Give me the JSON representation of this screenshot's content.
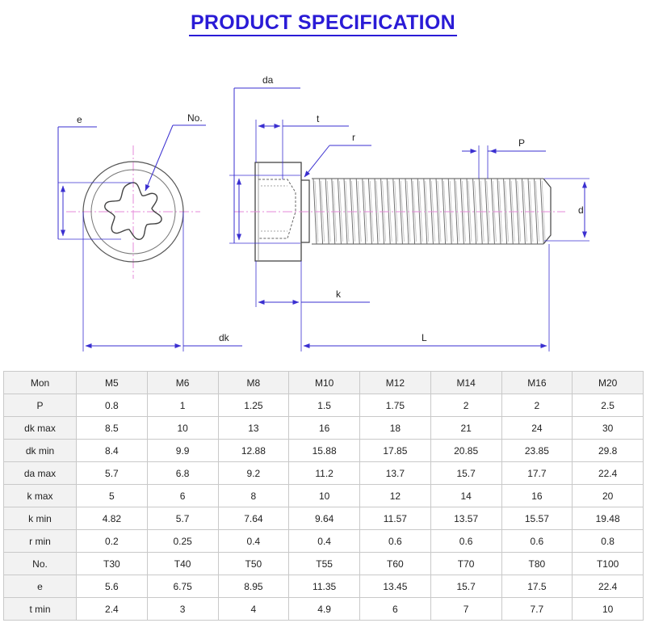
{
  "title": "PRODUCT SPECIFICATION",
  "drawing": {
    "labels": {
      "e": "e",
      "no": "No.",
      "da": "da",
      "t": "t",
      "r": "r",
      "p": "P",
      "d": "d",
      "k": "k",
      "dk": "dk",
      "l": "L"
    }
  },
  "table": {
    "header": [
      "Mon",
      "M5",
      "M6",
      "M8",
      "M10",
      "M12",
      "M14",
      "M16",
      "M20"
    ],
    "rows": [
      {
        "label": "P",
        "values": [
          "0.8",
          "1",
          "1.25",
          "1.5",
          "1.75",
          "2",
          "2",
          "2.5"
        ]
      },
      {
        "label": "dk max",
        "values": [
          "8.5",
          "10",
          "13",
          "16",
          "18",
          "21",
          "24",
          "30"
        ]
      },
      {
        "label": "dk min",
        "values": [
          "8.4",
          "9.9",
          "12.88",
          "15.88",
          "17.85",
          "20.85",
          "23.85",
          "29.8"
        ]
      },
      {
        "label": "da max",
        "values": [
          "5.7",
          "6.8",
          "9.2",
          "11.2",
          "13.7",
          "15.7",
          "17.7",
          "22.4"
        ]
      },
      {
        "label": "k max",
        "values": [
          "5",
          "6",
          "8",
          "10",
          "12",
          "14",
          "16",
          "20"
        ]
      },
      {
        "label": "k min",
        "values": [
          "4.82",
          "5.7",
          "7.64",
          "9.64",
          "11.57",
          "13.57",
          "15.57",
          "19.48"
        ]
      },
      {
        "label": "r min",
        "values": [
          "0.2",
          "0.25",
          "0.4",
          "0.4",
          "0.6",
          "0.6",
          "0.6",
          "0.8"
        ]
      },
      {
        "label": "No.",
        "values": [
          "T30",
          "T40",
          "T50",
          "T55",
          "T60",
          "T70",
          "T80",
          "T100"
        ]
      },
      {
        "label": "e",
        "values": [
          "5.6",
          "6.75",
          "8.95",
          "11.35",
          "13.45",
          "15.7",
          "17.5",
          "22.4"
        ]
      },
      {
        "label": "t min",
        "values": [
          "2.4",
          "3",
          "4",
          "4.9",
          "6",
          "7",
          "7.7",
          "10"
        ]
      }
    ]
  }
}
